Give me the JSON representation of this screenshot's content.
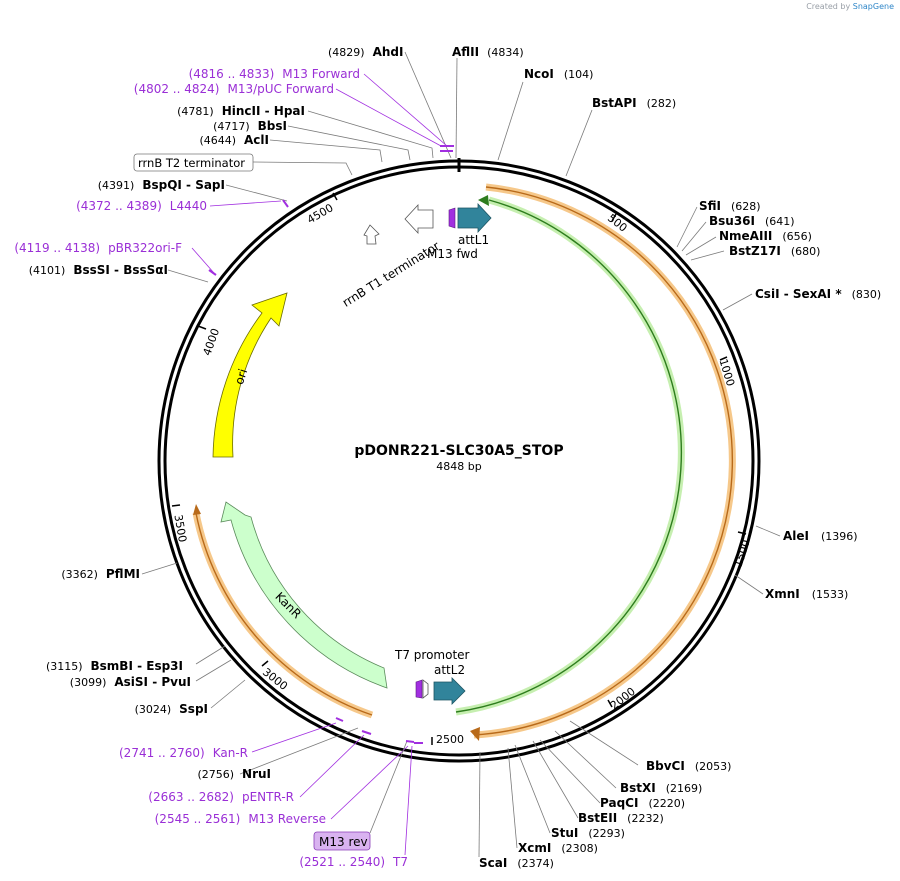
{
  "credit": {
    "prefix": "Created by",
    "brand": "SnapGene"
  },
  "plasmid": {
    "name": "pDONR221-SLC30A5_STOP",
    "length_label": "4848 bp"
  },
  "ticks": [
    "500",
    "1000",
    "1500",
    "2000",
    "2500",
    "3000",
    "3500",
    "4000",
    "4500"
  ],
  "enzymes": [
    {
      "id": "ahdi",
      "pos": "(4829)",
      "name": "AhdI"
    },
    {
      "id": "aflii",
      "pos": "(4834)",
      "name": "AflII"
    },
    {
      "id": "ncoi",
      "pos": "(104)",
      "name": "NcoI"
    },
    {
      "id": "bstapi",
      "pos": "(282)",
      "name": "BstAPI"
    },
    {
      "id": "sfii",
      "pos": "(628)",
      "name": "SfiI"
    },
    {
      "id": "bsu36i",
      "pos": "(641)",
      "name": "Bsu36I"
    },
    {
      "id": "nmeaiii",
      "pos": "(656)",
      "name": "NmeAIII"
    },
    {
      "id": "bstz17i",
      "pos": "(680)",
      "name": "BstZ17I"
    },
    {
      "id": "csii",
      "pos": "(830)",
      "name": "CsiI  -  SexAI *"
    },
    {
      "id": "alei",
      "pos": "(1396)",
      "name": "AleI"
    },
    {
      "id": "xmni",
      "pos": "(1533)",
      "name": "XmnI"
    },
    {
      "id": "bbvci",
      "pos": "(2053)",
      "name": "BbvCI"
    },
    {
      "id": "bstxi",
      "pos": "(2169)",
      "name": "BstXI"
    },
    {
      "id": "paqci",
      "pos": "(2220)",
      "name": "PaqCI"
    },
    {
      "id": "bsteii",
      "pos": "(2232)",
      "name": "BstEII"
    },
    {
      "id": "stui",
      "pos": "(2293)",
      "name": "StuI"
    },
    {
      "id": "xcmi",
      "pos": "(2308)",
      "name": "XcmI"
    },
    {
      "id": "scai",
      "pos": "(2374)",
      "name": "ScaI"
    },
    {
      "id": "nrui",
      "pos": "(2756)",
      "name": "NruI"
    },
    {
      "id": "sspi",
      "pos": "(3024)",
      "name": "SspI"
    },
    {
      "id": "asisi",
      "pos": "(3099)",
      "name": "AsiSI  -  PvuI"
    },
    {
      "id": "bsmbi",
      "pos": "(3115)",
      "name": "BsmBI  -  Esp3I"
    },
    {
      "id": "pflmi",
      "pos": "(3362)",
      "name": "PflMI"
    },
    {
      "id": "bsssi",
      "pos": "(4101)",
      "name": "BssSI  -  BssSαI"
    },
    {
      "id": "bspqi",
      "pos": "(4391)",
      "name": "BspQI  -  SapI"
    },
    {
      "id": "acli",
      "pos": "(4644)",
      "name": "AclI"
    },
    {
      "id": "bbsi",
      "pos": "(4717)",
      "name": "BbsI"
    },
    {
      "id": "hincii",
      "pos": "(4781)",
      "name": "HincII  -  HpaI"
    }
  ],
  "primers": [
    {
      "id": "m13fwd",
      "range": "(4816 .. 4833)",
      "name": "M13 Forward"
    },
    {
      "id": "m13puc",
      "range": "(4802 .. 4824)",
      "name": "M13/pUC Forward"
    },
    {
      "id": "l4440",
      "range": "(4372 .. 4389)",
      "name": "L4440"
    },
    {
      "id": "pbr322",
      "range": "(4119 .. 4138)",
      "name": "pBR322ori-F"
    },
    {
      "id": "kanr_p",
      "range": "(2741 .. 2760)",
      "name": "Kan-R"
    },
    {
      "id": "pentr",
      "range": "(2663 .. 2682)",
      "name": "pENTR-R"
    },
    {
      "id": "m13rev",
      "range": "(2545 .. 2561)",
      "name": "M13 Reverse"
    },
    {
      "id": "t7",
      "range": "(2521 .. 2540)",
      "name": "T7"
    }
  ],
  "features": {
    "rrnb_t2": "rrnB T2 terminator",
    "rrnb_t1": "rrnB T1 terminator",
    "attl1": "attL1",
    "m13fwd": "M13 fwd",
    "ori": "ori",
    "kanr": "KanR",
    "t7promoter": "T7 promoter",
    "attl2": "attL2",
    "m13rev": "M13 rev"
  },
  "colors": {
    "backbone": "#000000",
    "ori": "#ffff00",
    "kanr": "#ccffcc",
    "att": "#31849b",
    "primer": "#a12fe0",
    "orf_orange": "#f6c88a",
    "orf_green": "#c6efb0",
    "m13rev_badge": "#d9b3f0"
  }
}
